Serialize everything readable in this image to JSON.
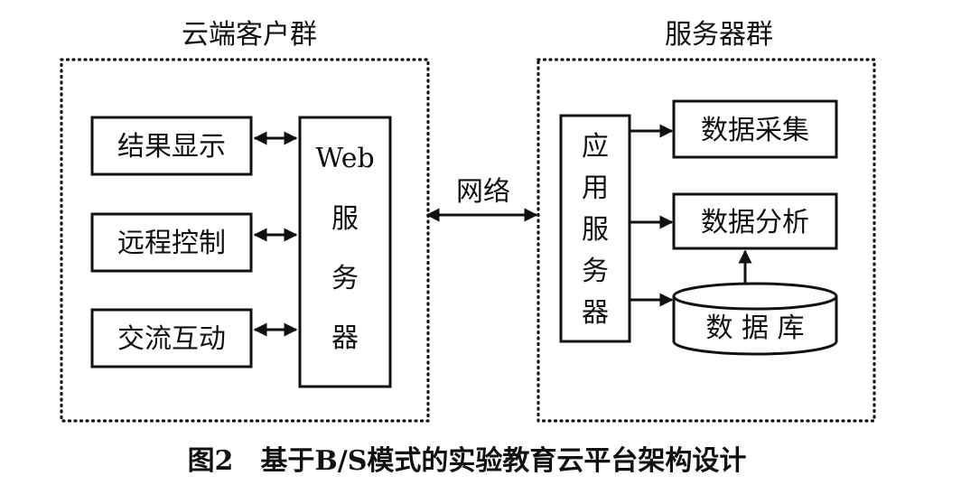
{
  "client_group": {
    "title": "云端客户群",
    "modules": [
      "结果显示",
      "远程控制",
      "交流互动"
    ],
    "web_server_label": [
      "Web",
      "服",
      "务",
      "器"
    ]
  },
  "server_group": {
    "title": "服务器群",
    "app_server_label": [
      "应",
      "用",
      "服",
      "务",
      "器"
    ],
    "modules": [
      "数据采集",
      "数据分析"
    ],
    "database_label": "数 据 库"
  },
  "network_label": "网络",
  "caption": "图2　基于B/S模式的实验教育云平台架构设计"
}
